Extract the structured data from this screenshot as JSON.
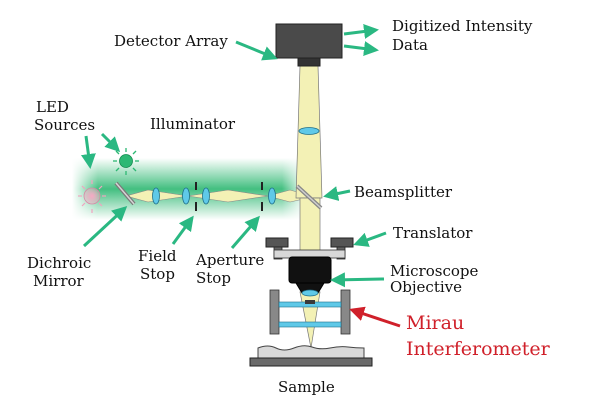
{
  "labels": {
    "led_sources_line1": "LED",
    "led_sources_line2": "Sources",
    "illuminator": "Illuminator",
    "detector_array": "Detector Array",
    "digitized_line1": "Digitized Intensity",
    "digitized_line2": "Data",
    "beamsplitter": "Beamsplitter",
    "translator": "Translator",
    "microscope_line1": "Microscope",
    "microscope_line2": "Objective",
    "mirau_line1": "Mirau",
    "mirau_line2": "Interferometer",
    "dichroic_line1": "Dichroic",
    "dichroic_line2": "Mirror",
    "field_line1": "Field",
    "field_line2": "Stop",
    "aperture_line1": "Aperture",
    "aperture_line2": "Stop",
    "sample": "Sample"
  },
  "colors": {
    "arrow": "#2ab882",
    "beam_glow": "#22b46a",
    "light_path": "#f3f1b5",
    "lens": "#5fc9e8",
    "mirau_text": "#d0202a",
    "mirau_arrow": "#d0202a",
    "red_led": "#f0a4bf",
    "green_led": "#2db873",
    "detector": "#4a4a4a"
  }
}
